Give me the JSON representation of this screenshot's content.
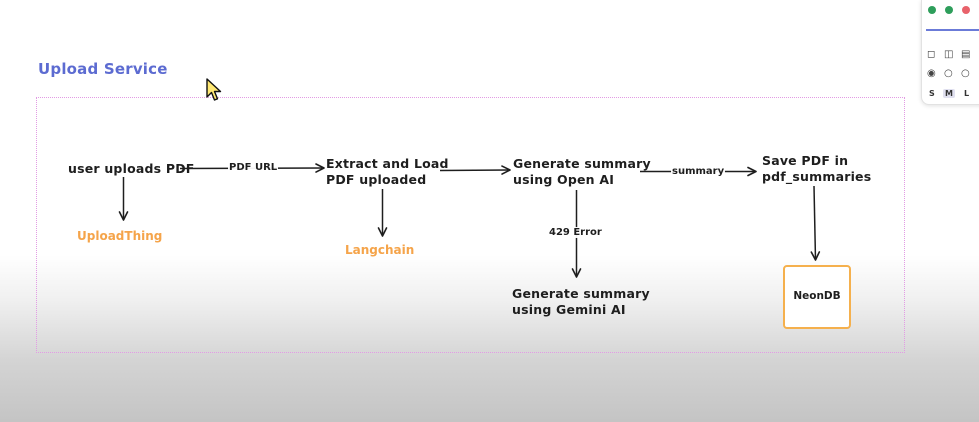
{
  "section_title": "Upload Service",
  "nodes": {
    "user_uploads": "user uploads PDF",
    "extract_load": [
      "Extract and Load",
      "PDF uploaded"
    ],
    "generate_openai": [
      "Generate summary",
      "using Open AI"
    ],
    "save_pdf": [
      "Save PDF in",
      "pdf_summaries"
    ],
    "generate_gemini": [
      "Generate summary",
      "using Gemini AI"
    ],
    "neondb": "NeonDB"
  },
  "tools": {
    "uploadthing": "UploadThing",
    "langchain": "Langchain"
  },
  "edge_labels": {
    "pdf_url": "PDF URL",
    "summary": "summary",
    "error_429": "429 Error"
  },
  "style_panel": {
    "size_options": [
      "S",
      "M",
      "L"
    ],
    "selected_size": "M",
    "colors": [
      "#2e9e5b",
      "#2e9e5b",
      "#e8626b"
    ]
  },
  "colors": {
    "title": "#5c6bd1",
    "tool_label": "#f5a44a",
    "frame_border": "#e29be4",
    "neondb_border": "#f5b04d"
  }
}
